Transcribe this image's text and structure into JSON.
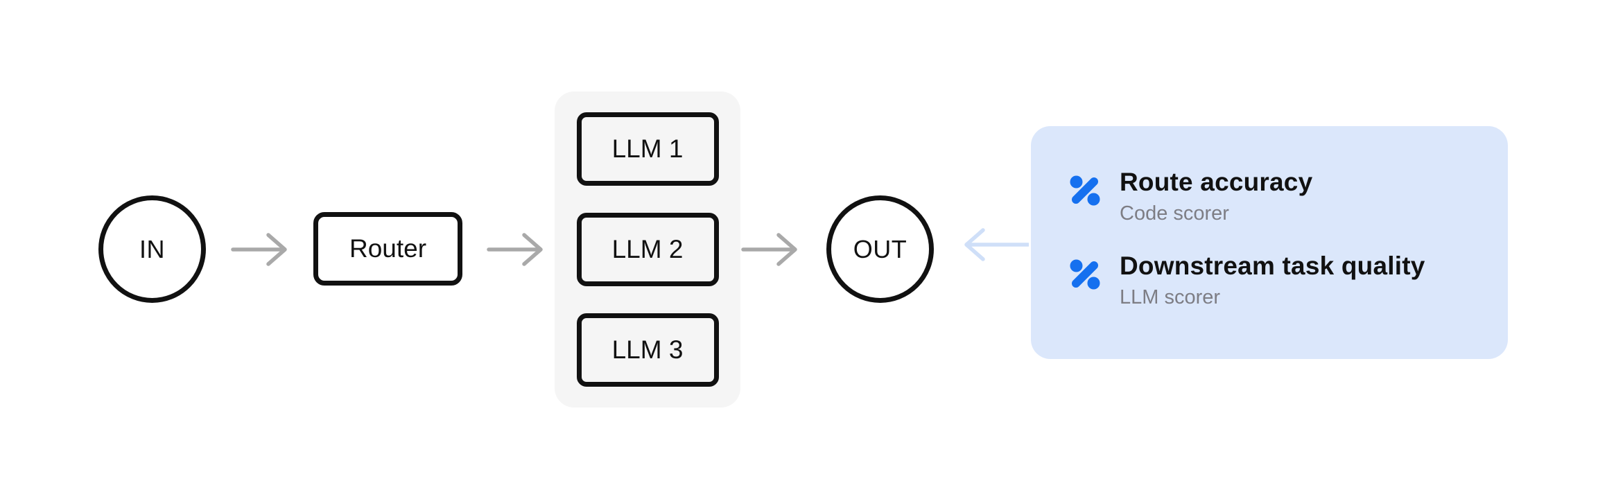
{
  "colors": {
    "background": "#ffffff",
    "stroke_black": "#111111",
    "text_black": "#111111",
    "arrow_gray": "#a9a9a9",
    "llm_group_bg": "#f5f5f5",
    "panel_bg": "#dbe7fb",
    "panel_arrow": "#cfdff8",
    "accent_blue": "#1570ef",
    "subtitle_gray": "#7d7d84"
  },
  "diagram": {
    "input": {
      "label": "IN",
      "shape": "circle"
    },
    "router": {
      "label": "Router",
      "shape": "rect"
    },
    "llms": {
      "items": [
        {
          "label": "LLM 1"
        },
        {
          "label": "LLM 2"
        },
        {
          "label": "LLM 3"
        }
      ]
    },
    "output": {
      "label": "OUT",
      "shape": "circle"
    }
  },
  "panel": {
    "items": [
      {
        "icon": "percent-icon",
        "title": "Route accuracy",
        "subtitle": "Code scorer"
      },
      {
        "icon": "percent-icon",
        "title": "Downstream task quality",
        "subtitle": "LLM scorer"
      }
    ]
  }
}
